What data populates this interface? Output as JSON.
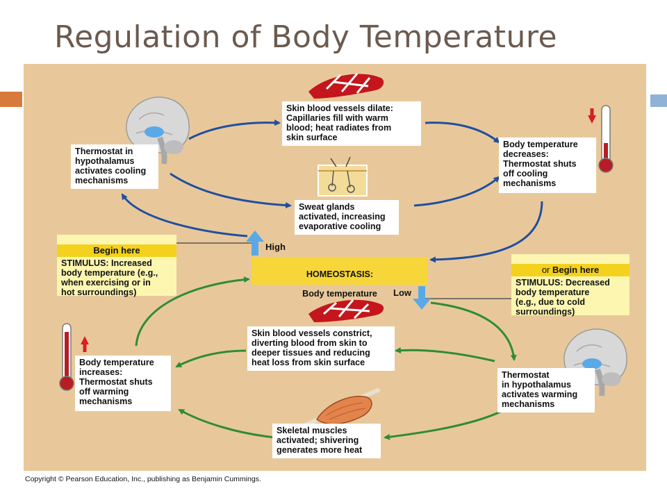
{
  "title": "Regulation of Body Temperature",
  "boxes": {
    "skin_dilate": "Skin blood vessels dilate:\nCapillaries fill with warm\nblood; heat radiates from\nskin surface",
    "thermostat_cooling": "Thermostat in\nhypothalamus\nactivates cooling\nmechanisms",
    "temp_decreases": "Body temperature\ndecreases:\nThermostat shuts\noff cooling\nmechanisms",
    "sweat_glands": "Sweat glands\nactivated, increasing\nevaporative cooling",
    "begin_here_high_header": "Begin here",
    "stimulus_increased": "STIMULUS: Increased\nbody temperature (e.g.,\nwhen exercising or in\nhot surroundings)",
    "homeostasis_title": "HOMEOSTASIS:",
    "homeostasis_sub": "Body temperature",
    "begin_here_low_prefix": "or ",
    "begin_here_low_header": "Begin here",
    "stimulus_decreased": "STIMULUS: Decreased\nbody temperature\n(e.g., due to cold\nsurroundings)",
    "skin_constrict": "Skin blood vessels constrict,\ndiverting blood from skin to\ndeeper tissues and reducing\nheat loss from skin surface",
    "temp_increases": "Body temperature\nincreases:\nThermostat shuts\noff warming\nmechanisms",
    "thermostat_warming": "Thermostat\nin hypothalamus\nactivates warming\nmechanisms",
    "skeletal_muscles": "Skeletal muscles\nactivated; shivering\ngenerates more heat"
  },
  "labels": {
    "high": "High",
    "low": "Low"
  },
  "copyright": "Copyright © Pearson Education, Inc., publishing as Benjamin Cummings.",
  "colors": {
    "panel": "#e8c89a",
    "arrow_blue": "#1f4fa0",
    "arrow_green": "#2e8b3a",
    "highlight_yellow": "#f4d11c",
    "title": "#6b5a4f"
  }
}
